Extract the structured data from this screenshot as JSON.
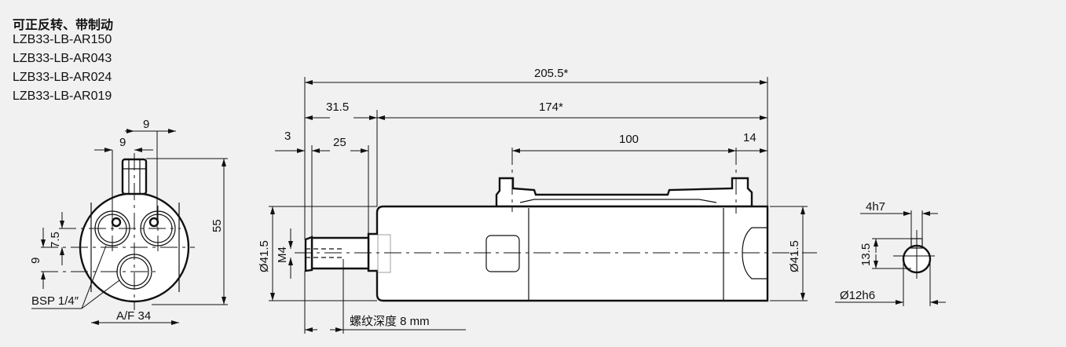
{
  "header": {
    "title": "可正反转、带制动",
    "models": [
      "LZB33-LB-AR150",
      "LZB33-LB-AR043",
      "LZB33-LB-AR024",
      "LZB33-LB-AR019"
    ]
  },
  "end_view": {
    "dim_9_top": "9",
    "dim_9_second": "9",
    "dim_55": "55",
    "dim_7_5": "7.5",
    "dim_9_left": "9",
    "port_label": "BSP 1/4″",
    "af_label": "A/F 34"
  },
  "side_view": {
    "overall": "205.5*",
    "shaft_len": "31.5",
    "body_len": "174*",
    "face": "3",
    "shaft": "25",
    "mount_spacing": "100",
    "mount_offset": "14",
    "dia_left": "Ø41.5",
    "thread": "M4",
    "dia_right": "Ø41.5",
    "thread_depth": "螺纹深度 8 mm"
  },
  "shaft_view": {
    "key": "4h7",
    "height": "13.5",
    "dia": "Ø12h6"
  }
}
